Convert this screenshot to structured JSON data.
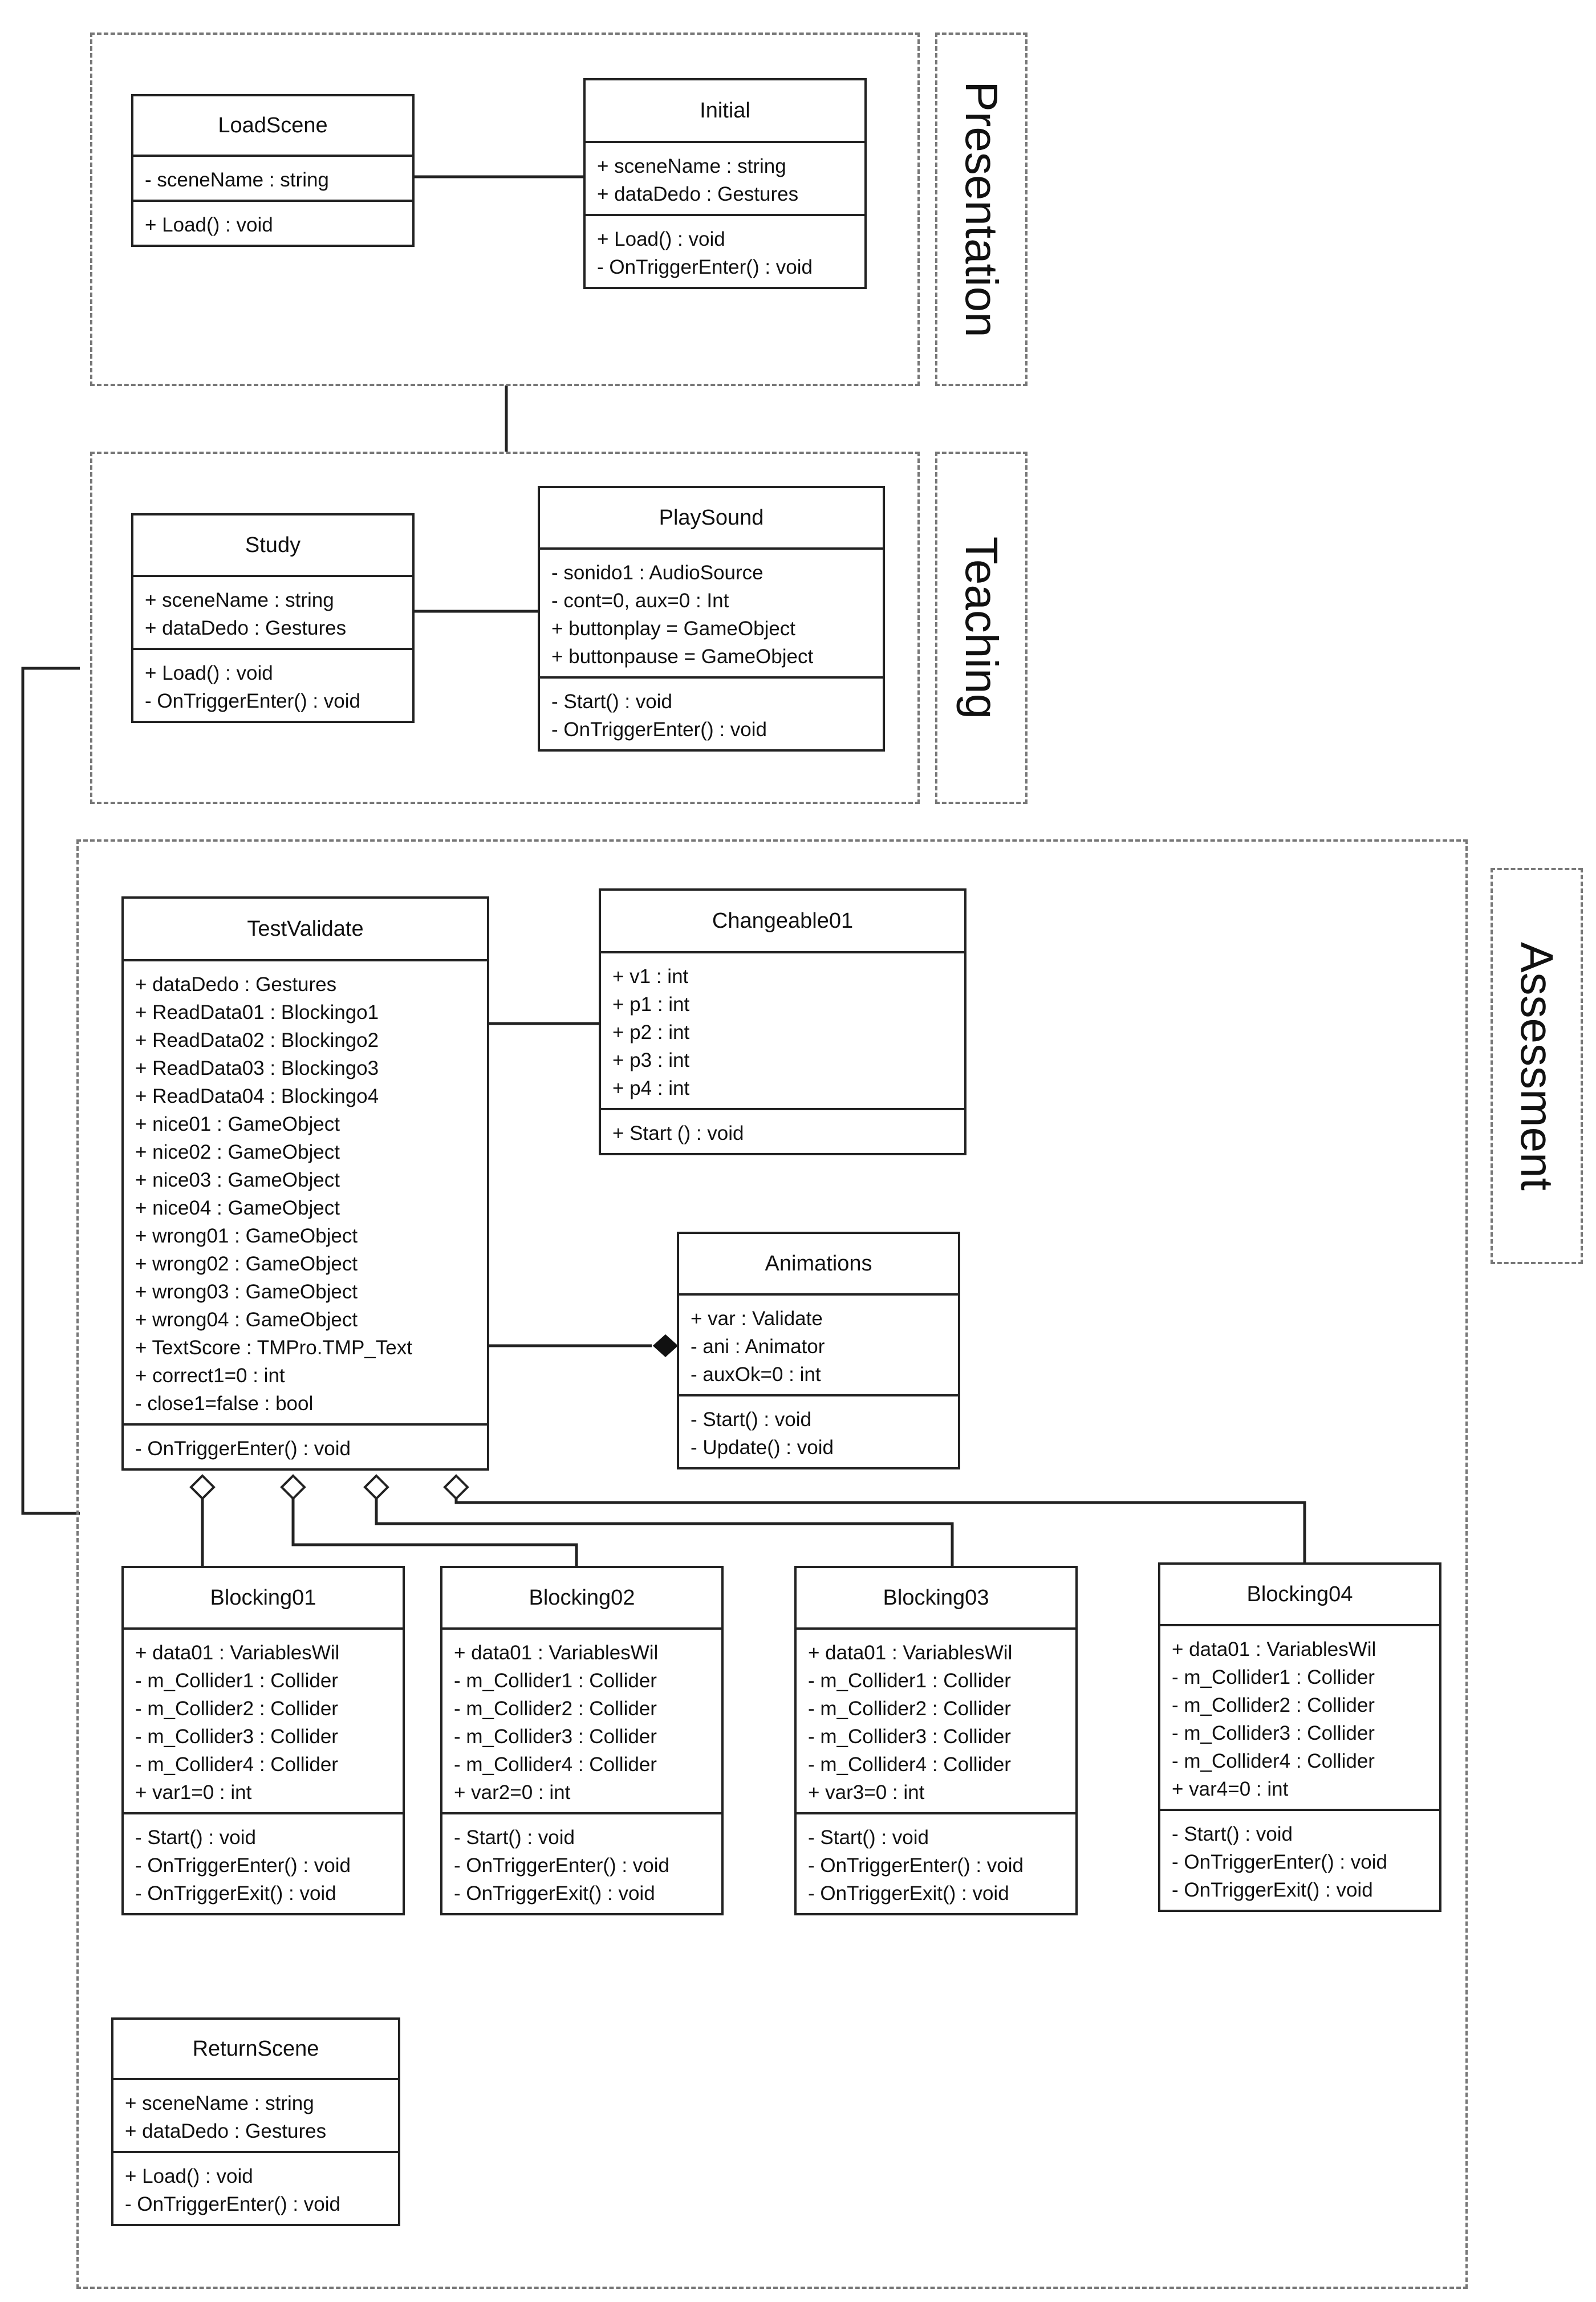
{
  "packages": {
    "presentation": "Presentation",
    "teaching": "Teaching",
    "assessment": "Assessment"
  },
  "classes": {
    "loadscene": {
      "name": "LoadScene",
      "attributes": [
        "- sceneName : string"
      ],
      "operations": [
        "+ Load() : void"
      ]
    },
    "initial": {
      "name": "Initial",
      "attributes": [
        "+ sceneName : string",
        "+ dataDedo : Gestures"
      ],
      "operations": [
        "+ Load() : void",
        "- OnTriggerEnter() : void"
      ]
    },
    "study": {
      "name": "Study",
      "attributes": [
        "+ sceneName : string",
        "+ dataDedo : Gestures"
      ],
      "operations": [
        "+ Load() : void",
        "- OnTriggerEnter() : void"
      ]
    },
    "playsound": {
      "name": "PlaySound",
      "attributes": [
        "- sonido1 : AudioSource",
        "- cont=0, aux=0 : Int",
        "+ buttonplay = GameObject",
        "+ buttonpause = GameObject"
      ],
      "operations": [
        "- Start() : void",
        "- OnTriggerEnter() : void"
      ]
    },
    "testvalidate": {
      "name": "TestValidate",
      "attributes": [
        "+ dataDedo : Gestures",
        "+ ReadData01 : Blockingo1",
        "+ ReadData02 : Blockingo2",
        "+ ReadData03 : Blockingo3",
        "+ ReadData04 : Blockingo4",
        "+ nice01 : GameObject",
        "+ nice02 : GameObject",
        "+ nice03 : GameObject",
        "+ nice04 : GameObject",
        "+ wrong01 : GameObject",
        "+ wrong02 : GameObject",
        "+ wrong03 : GameObject",
        "+ wrong04 : GameObject",
        "+ TextScore : TMPro.TMP_Text",
        "+ correct1=0 : int",
        "- close1=false : bool"
      ],
      "operations": [
        "- OnTriggerEnter() : void"
      ]
    },
    "changeable01": {
      "name": "Changeable01",
      "attributes": [
        "+ v1 : int",
        "+ p1 : int",
        "+ p2 : int",
        "+ p3 : int",
        "+ p4 : int"
      ],
      "operations": [
        "+ Start () : void"
      ]
    },
    "animations": {
      "name": "Animations",
      "attributes": [
        "+ var : Validate",
        "- ani : Animator",
        "- auxOk=0 : int"
      ],
      "operations": [
        "- Start() : void",
        "- Update() : void"
      ]
    },
    "blocking01": {
      "name": "Blocking01",
      "attributes": [
        "+ data01 : VariablesWil",
        "- m_Collider1 : Collider",
        "- m_Collider2 : Collider",
        "- m_Collider3 : Collider",
        "- m_Collider4 : Collider",
        "+ var1=0 : int"
      ],
      "operations": [
        "- Start() : void",
        "- OnTriggerEnter() : void",
        "- OnTriggerExit() : void"
      ]
    },
    "blocking02": {
      "name": "Blocking02",
      "attributes": [
        "+ data01 : VariablesWil",
        "- m_Collider1 : Collider",
        "- m_Collider2 : Collider",
        "- m_Collider3 : Collider",
        "- m_Collider4 : Collider",
        "+ var2=0 : int"
      ],
      "operations": [
        "- Start() : void",
        "- OnTriggerEnter() : void",
        "- OnTriggerExit() : void"
      ]
    },
    "blocking03": {
      "name": "Blocking03",
      "attributes": [
        "+ data01 : VariablesWil",
        "- m_Collider1 : Collider",
        "- m_Collider2 : Collider",
        "- m_Collider3 : Collider",
        "- m_Collider4 : Collider",
        "+ var3=0 : int"
      ],
      "operations": [
        "- Start() : void",
        "- OnTriggerEnter() : void",
        "- OnTriggerExit() : void"
      ]
    },
    "blocking04": {
      "name": "Blocking04",
      "attributes": [
        "+ data01 : VariablesWil",
        "- m_Collider1 : Collider",
        "- m_Collider2 : Collider",
        "- m_Collider3 : Collider",
        "- m_Collider4 : Collider",
        "+ var4=0 : int"
      ],
      "operations": [
        "- Start() : void",
        "- OnTriggerEnter() : void",
        "- OnTriggerExit() : void"
      ]
    },
    "returnscene": {
      "name": "ReturnScene",
      "attributes": [
        "+ sceneName : string",
        "+ dataDedo : Gestures"
      ],
      "operations": [
        "+ Load() : void",
        "- OnTriggerEnter() : void"
      ]
    }
  }
}
